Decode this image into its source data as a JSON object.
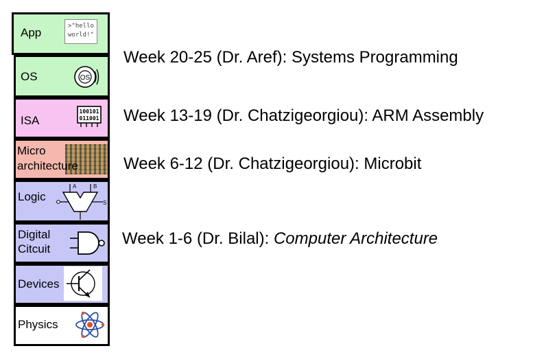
{
  "layers": [
    {
      "id": "app",
      "label": "App",
      "color": "#c6f5c6",
      "icon": "hello-world-icon"
    },
    {
      "id": "os",
      "label": "OS",
      "color": "#c6f5c6",
      "icon": "os-disc-icon"
    },
    {
      "id": "isa",
      "label": "ISA",
      "color": "#f7c3f0",
      "icon": "binary-chip-icon"
    },
    {
      "id": "micro",
      "label_line1": "Micro",
      "label_line2": "architecture",
      "color": "#f5b8ae",
      "icon": "die-photo-icon"
    },
    {
      "id": "logic",
      "label": "Logic",
      "color": "#c6c6f7",
      "icon": "alu-icon"
    },
    {
      "id": "digital",
      "label_line1": "Digital",
      "label_line2": "Citcuit",
      "color": "#c6c6f7",
      "icon": "and-gate-icon"
    },
    {
      "id": "devices",
      "label": "Devices",
      "color": "#c6c6f7",
      "icon": "transistor-icon"
    },
    {
      "id": "physics",
      "label": "Physics",
      "color": "#ffffff",
      "icon": "atom-icon"
    }
  ],
  "icon_text": {
    "hello_line1": ">\"hello",
    "hello_line2": "world!\"",
    "os": "OS",
    "binary_line1": "100101",
    "binary_line2": "011001",
    "alu_a": "A",
    "alu_b": "B",
    "alu_s": "S"
  },
  "notes": {
    "systems": "Week 20-25 (Dr. Aref): Systems Programming",
    "arm": "Week 13-19 (Dr. Chatzigeorgiou): ARM Assembly",
    "microbit": "Week 6-12 (Dr. Chatzigeorgiou): Microbit",
    "ca_prefix": "Week 1-6 (Dr. Bilal): ",
    "ca_italic": "Computer Architecture"
  }
}
